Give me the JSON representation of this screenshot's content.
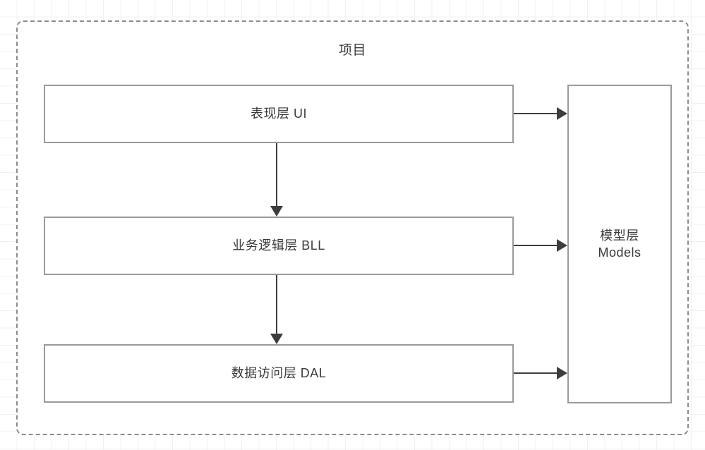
{
  "diagram": {
    "type": "layered-architecture",
    "container": {
      "label": "项目",
      "border_style": "dashed",
      "border_color": "#8c8c8c"
    },
    "colors": {
      "box_border": "#9a9a9a",
      "arrow": "#3d3d3d",
      "text": "#3a3a3a",
      "grid": "#f0f0f0",
      "background": "#ffffff"
    },
    "nodes": [
      {
        "id": "ui",
        "label": "表现层 UI"
      },
      {
        "id": "bll",
        "label": "业务逻辑层 BLL"
      },
      {
        "id": "dal",
        "label": "数据访问层 DAL"
      },
      {
        "id": "models",
        "label": "模型层\nModels"
      }
    ],
    "edges": [
      {
        "id": "ui-bll",
        "from": "ui",
        "to": "bll",
        "direction": "down",
        "label": ""
      },
      {
        "id": "bll-dal",
        "from": "bll",
        "to": "dal",
        "direction": "down",
        "label": ""
      },
      {
        "id": "ui-models",
        "from": "ui",
        "to": "models",
        "direction": "right",
        "label": ""
      },
      {
        "id": "bll-models",
        "from": "bll",
        "to": "models",
        "direction": "right",
        "label": ""
      },
      {
        "id": "dal-models",
        "from": "dal",
        "to": "models",
        "direction": "right",
        "label": ""
      }
    ]
  }
}
